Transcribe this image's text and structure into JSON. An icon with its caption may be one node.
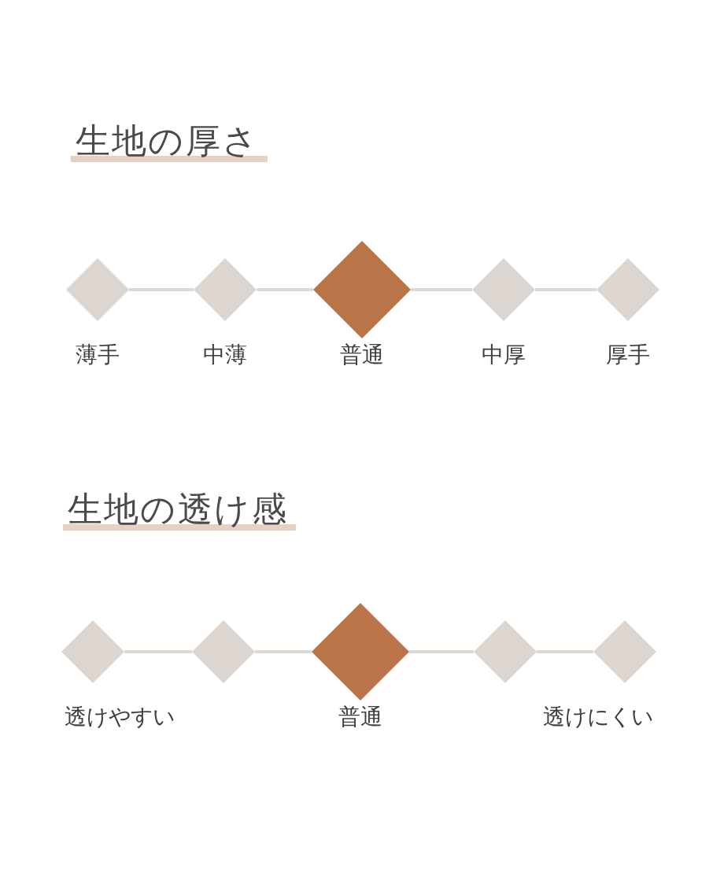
{
  "diagram": {
    "nodes": [
      {
        "text": [],
        "shape": "diamond",
        "beside": [
          "薄手"
        ]
      },
      {
        "text": [],
        "shape": "diamond",
        "beside": [
          "中薄"
        ]
      },
      {
        "text": [],
        "shape": "diamond",
        "beside": [
          "普通"
        ]
      },
      {
        "text": [],
        "shape": "diamond",
        "beside": [
          "中厚"
        ]
      },
      {
        "text": [],
        "shape": "diamond",
        "beside": [
          "厚手"
        ]
      },
      {
        "text": [],
        "shape": "diamond",
        "beside": [
          "透けやすい"
        ]
      },
      {
        "text": [],
        "shape": "diamond"
      },
      {
        "text": [],
        "shape": "diamond",
        "beside": [
          "普通"
        ]
      },
      {
        "text": [],
        "shape": "diamond"
      },
      {
        "text": [],
        "shape": "diamond",
        "beside": [
          "透けにくい"
        ]
      }
    ],
    "edges": [
      {
        "from": 0,
        "to": 1,
        "arrow": "none"
      },
      {
        "from": 1,
        "to": 2,
        "arrow": "none"
      },
      {
        "from": 2,
        "to": 3,
        "arrow": "none"
      },
      {
        "from": 3,
        "to": 4,
        "arrow": "none"
      },
      {
        "from": 5,
        "to": 6,
        "arrow": "none"
      },
      {
        "from": 6,
        "to": 7,
        "arrow": "none"
      },
      {
        "from": 7,
        "to": 8,
        "arrow": "none"
      },
      {
        "from": 8,
        "to": 9,
        "arrow": "none"
      }
    ],
    "labels": [
      "生地の厚さ",
      "生地の透け感"
    ]
  }
}
